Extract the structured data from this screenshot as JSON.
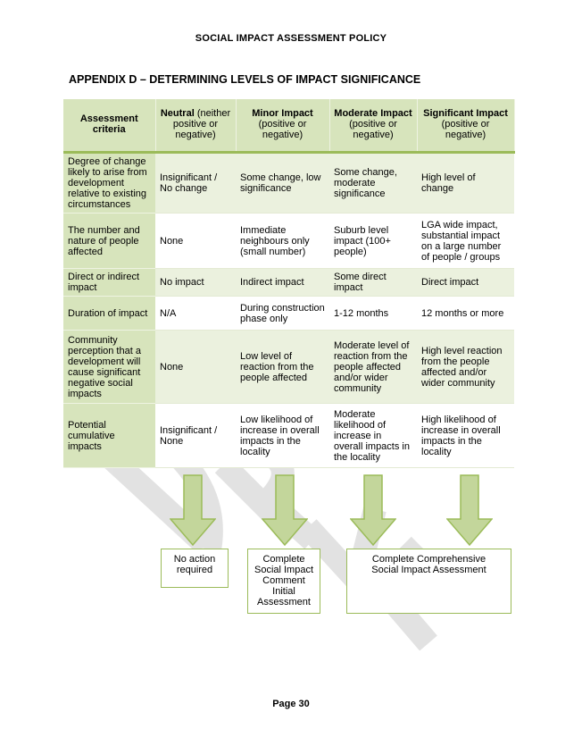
{
  "header": {
    "title": "SOCIAL IMPACT ASSESSMENT POLICY"
  },
  "appendix_title": "APPENDIX D – DETERMINING LEVELS OF IMPACT SIGNIFICANCE",
  "table": {
    "criteria_header": "Assessment criteria",
    "columns": [
      {
        "bold": "Neutral",
        "rest": " (neither positive or negative)"
      },
      {
        "bold": "Minor Impact",
        "rest": " (positive or negative)"
      },
      {
        "bold": "Moderate Impact",
        "rest": " (positive or negative)"
      },
      {
        "bold": "Significant Impact",
        "rest": " (positive or negative)"
      }
    ],
    "rows": [
      {
        "criterion": "Degree of change likely to arise from development relative to existing circumstances",
        "cells": [
          "Insignificant / No change",
          "Some change, low significance",
          "Some change, moderate significance",
          "High level of change"
        ]
      },
      {
        "criterion": "The number and nature of people affected",
        "cells": [
          "None",
          "Immediate neighbours only (small number)",
          "Suburb level impact (100+ people)",
          "LGA wide impact, substantial impact on a large number of people / groups"
        ]
      },
      {
        "criterion": "Direct or indirect impact",
        "cells": [
          "No impact",
          "Indirect impact",
          "Some direct impact",
          "Direct impact"
        ]
      },
      {
        "criterion": "Duration of impact",
        "cells": [
          "N/A",
          "During construction phase only",
          "1-12 months",
          "12 months or more"
        ]
      },
      {
        "criterion": "Community perception that a development will cause significant negative social impacts",
        "cells": [
          "None",
          "Low level of reaction from the people affected",
          "Moderate level of reaction from the people affected and/or wider community",
          "High level reaction from the people affected and/or wider community"
        ]
      },
      {
        "criterion": "Potential cumulative impacts",
        "cells": [
          "Insignificant / None",
          "Low likelihood of increase in overall impacts in the locality",
          "Moderate likelihood of increase in overall impacts in the locality",
          "High  likelihood of increase in overall impacts in the locality"
        ]
      }
    ]
  },
  "outcomes": [
    {
      "label": "No action required"
    },
    {
      "label": "Complete Social Impact Comment Initial Assessment"
    },
    {
      "label": "Complete Comprehensive Social Impact Assessment"
    }
  ],
  "footer": {
    "page": "Page 30"
  },
  "colors": {
    "header_green": "#d7e4bc",
    "row_green": "#ebf1de",
    "accent_green": "#9bbb59",
    "arrow_fill": "#c3d69b"
  }
}
